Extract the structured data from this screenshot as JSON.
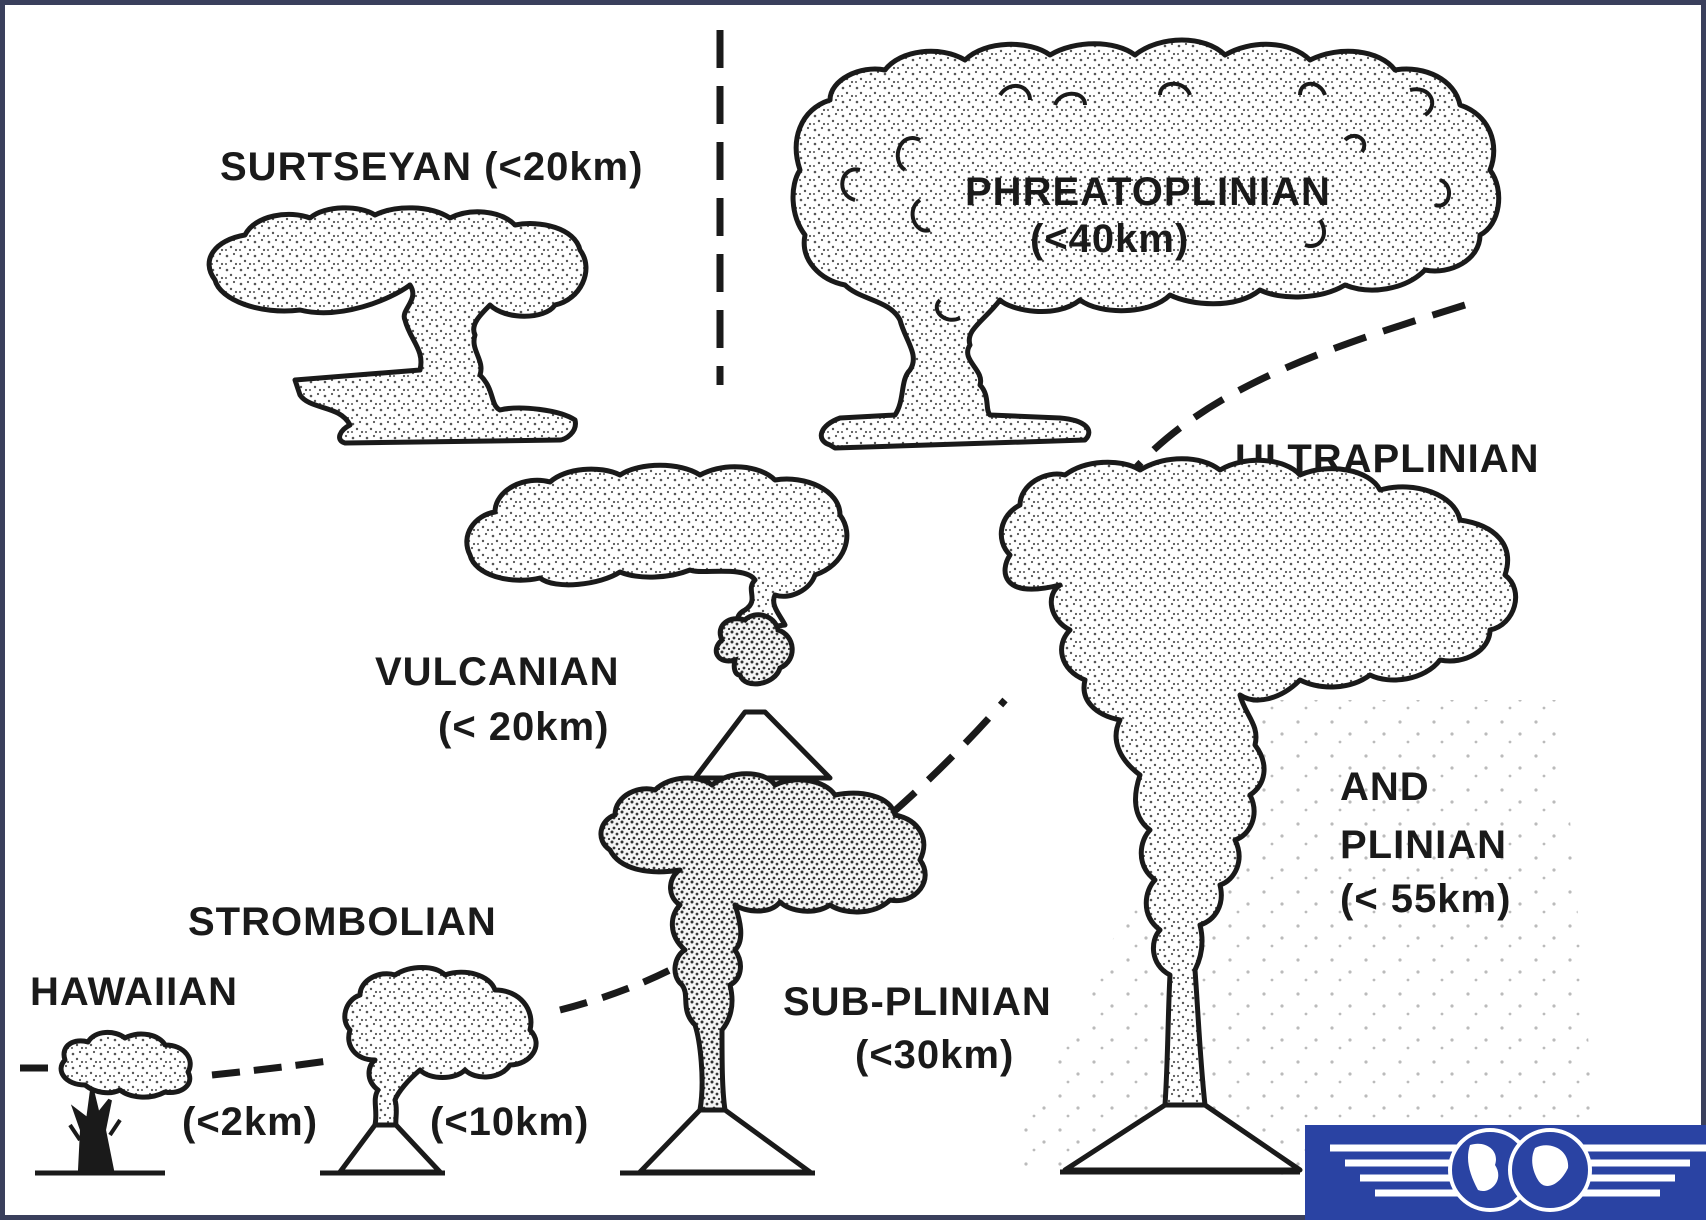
{
  "colors": {
    "background": "#ffffff",
    "ink": "#1a1a1a",
    "stipple": "#555555",
    "frame_border": "#3a3f5c",
    "logo_blue": "#2a43a3"
  },
  "labels": {
    "surtseyan": "SURTSEYAN (<20km)",
    "phreatoplinian": "PHREATOPLINIAN",
    "phreatoplinian_height": "(<40km)",
    "ultraplinian": "ULTRAPLINIAN",
    "vulcanian": "VULCANIAN",
    "vulcanian_height": "(< 20km)",
    "and_plinian_1": "AND",
    "and_plinian_2": "PLINIAN",
    "and_plinian_height": "(< 55km)",
    "strombolian": "STROMBOLIAN",
    "hawaiian": "HAWAIIAN",
    "hawaiian_height": "(<2km)",
    "strombolian_height": "(<10km)",
    "subplinian": "SUB-PLINIAN",
    "subplinian_height": "(<30km)"
  },
  "logo": {
    "icon": "globe-wings-logo"
  }
}
